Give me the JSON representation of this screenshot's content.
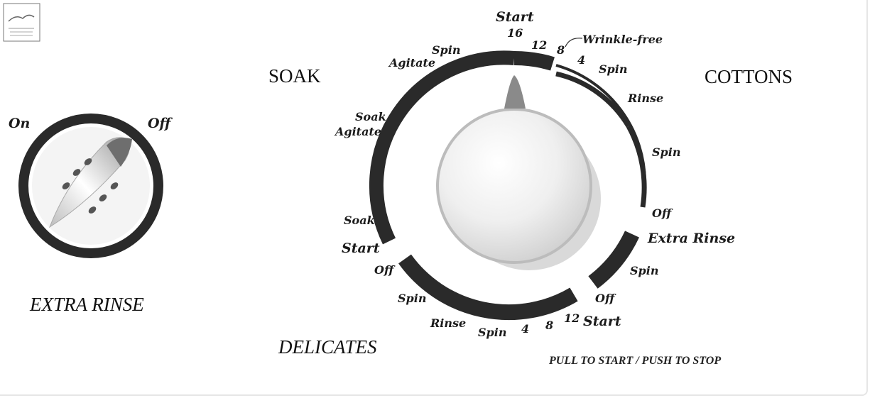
{
  "logo": {
    "name": "energy-guide-logo"
  },
  "extra_rinse_dial": {
    "title": "EXTRA RINSE",
    "on_label": "On",
    "off_label": "Off"
  },
  "main_dial": {
    "sections": {
      "soak": "SOAK",
      "cottons": "COTTONS",
      "delicates": "DELICATES"
    },
    "cottons_labels": {
      "start": "Start",
      "n16": "16",
      "n12": "12",
      "n8": "8",
      "wrinkle_free": "Wrinkle-free",
      "n4": "4",
      "spin1": "Spin",
      "rinse": "Rinse",
      "spin2": "Spin",
      "off": "Off"
    },
    "extra_rinse_labels": {
      "title": "Extra Rinse",
      "spin": "Spin",
      "off": "Off"
    },
    "delicates_labels": {
      "start": "Start",
      "n12": "12",
      "n8": "8",
      "n4": "4",
      "spin1": "Spin",
      "rinse": "Rinse",
      "spin2": "Spin",
      "off": "Off"
    },
    "soak_labels": {
      "start": "Start",
      "soak": "Soak",
      "soak_agitate": "Soak",
      "soak_agitate2": "Agitate",
      "agitate": "Agitate",
      "spin": "Spin"
    },
    "instruction": "PULL TO START / PUSH TO STOP"
  },
  "colors": {
    "ring": "#2a2a2a",
    "pointer": "#8a8a8a"
  }
}
